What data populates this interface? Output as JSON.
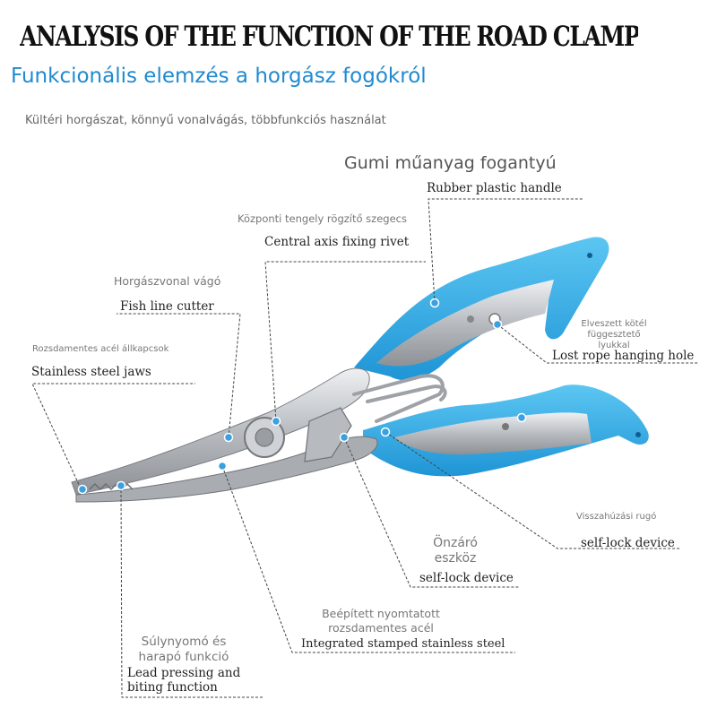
{
  "header": {
    "title": "ANALYSIS OF THE FUNCTION OF THE ROAD CLAMP",
    "subtitle": "Funkcionális elemzés a horgász fogókról",
    "tagline": "Kültéri horgászat, könnyű vonalvágás, többfunkciós használat"
  },
  "callouts": {
    "handle": {
      "hu": "Gumi műanyag fogantyú",
      "en": "Rubber plastic handle"
    },
    "rivet": {
      "hu": "Központi tengely rögzítő szegecs",
      "en": "Central axis fixing rivet"
    },
    "cutter": {
      "hu": "Horgászvonal vágó",
      "en": "Fish line cutter"
    },
    "jaws": {
      "hu": "Rozsdamentes acél állkapcsok",
      "en": "Stainless steel jaws"
    },
    "hole": {
      "hu": "Elveszett kötél függesztető lyukkal",
      "en": "Lost rope hanging hole"
    },
    "spring": {
      "hu": "Visszahúzási rugó",
      "en": "self-lock device"
    },
    "selflock": {
      "hu": "Önzáró eszköz",
      "en": "self-lock device"
    },
    "steel": {
      "hu": "Beépített nyomtatott rozsdamentes acél",
      "en": "Integrated stamped stainless steel"
    },
    "lead": {
      "hu": "Súlynyomó és harapó funkció",
      "en_line1": "Lead pressing and",
      "en_line2": "biting function"
    }
  },
  "colors": {
    "handle_blue": "#3aaee6",
    "steel": "#c9ccd0",
    "title": "#111111",
    "subtitle": "#1f8ad0",
    "callout_dot": "#3aa0e0"
  }
}
